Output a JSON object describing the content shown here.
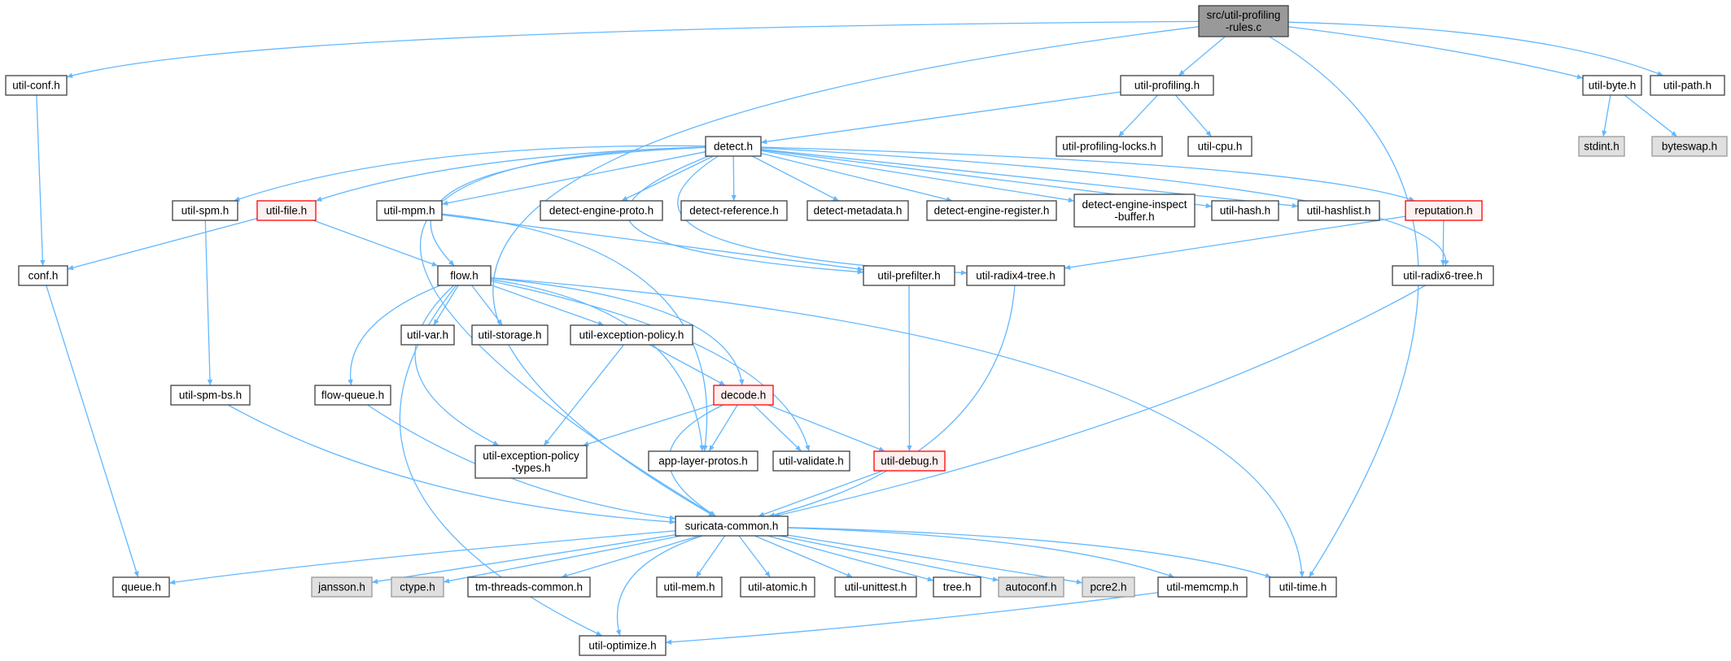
{
  "colors": {
    "edge": "#63b8ff",
    "node_fill": "#ffffff",
    "node_border": "#404040",
    "root_fill": "#999999",
    "system_fill": "#e0e0e0",
    "system_border": "#999999",
    "truncated_border": "#ff0000",
    "truncated_fill": "#fff0f0"
  },
  "nodes": [
    {
      "id": "root",
      "lines": [
        "src/util-profiling",
        "-rules.c"
      ],
      "style": "root"
    },
    {
      "id": "util-conf",
      "lines": [
        "util-conf.h"
      ],
      "style": "normal"
    },
    {
      "id": "util-profiling",
      "lines": [
        "util-profiling.h"
      ],
      "style": "normal"
    },
    {
      "id": "util-byte",
      "lines": [
        "util-byte.h"
      ],
      "style": "normal"
    },
    {
      "id": "util-path",
      "lines": [
        "util-path.h"
      ],
      "style": "normal"
    },
    {
      "id": "util-profiling-locks",
      "lines": [
        "util-profiling-locks.h"
      ],
      "style": "normal"
    },
    {
      "id": "util-cpu",
      "lines": [
        "util-cpu.h"
      ],
      "style": "normal"
    },
    {
      "id": "stdint",
      "lines": [
        "stdint.h"
      ],
      "style": "system"
    },
    {
      "id": "byteswap",
      "lines": [
        "byteswap.h"
      ],
      "style": "system"
    },
    {
      "id": "detect",
      "lines": [
        "detect.h"
      ],
      "style": "normal"
    },
    {
      "id": "util-spm",
      "lines": [
        "util-spm.h"
      ],
      "style": "normal"
    },
    {
      "id": "util-file",
      "lines": [
        "util-file.h"
      ],
      "style": "truncated"
    },
    {
      "id": "util-mpm",
      "lines": [
        "util-mpm.h"
      ],
      "style": "normal"
    },
    {
      "id": "detect-engine-proto",
      "lines": [
        "detect-engine-proto.h"
      ],
      "style": "normal"
    },
    {
      "id": "detect-reference",
      "lines": [
        "detect-reference.h"
      ],
      "style": "normal"
    },
    {
      "id": "detect-metadata",
      "lines": [
        "detect-metadata.h"
      ],
      "style": "normal"
    },
    {
      "id": "detect-engine-register",
      "lines": [
        "detect-engine-register.h"
      ],
      "style": "normal"
    },
    {
      "id": "detect-engine-inspect-buffer",
      "lines": [
        "detect-engine-inspect",
        "-buffer.h"
      ],
      "style": "normal"
    },
    {
      "id": "util-hash",
      "lines": [
        "util-hash.h"
      ],
      "style": "normal"
    },
    {
      "id": "util-hashlist",
      "lines": [
        "util-hashlist.h"
      ],
      "style": "normal"
    },
    {
      "id": "reputation",
      "lines": [
        "reputation.h"
      ],
      "style": "truncated"
    },
    {
      "id": "conf",
      "lines": [
        "conf.h"
      ],
      "style": "normal"
    },
    {
      "id": "flow",
      "lines": [
        "flow.h"
      ],
      "style": "normal"
    },
    {
      "id": "util-prefilter",
      "lines": [
        "util-prefilter.h"
      ],
      "style": "normal"
    },
    {
      "id": "util-radix4-tree",
      "lines": [
        "util-radix4-tree.h"
      ],
      "style": "normal"
    },
    {
      "id": "util-radix6-tree",
      "lines": [
        "util-radix6-tree.h"
      ],
      "style": "normal"
    },
    {
      "id": "util-var",
      "lines": [
        "util-var.h"
      ],
      "style": "normal"
    },
    {
      "id": "util-storage",
      "lines": [
        "util-storage.h"
      ],
      "style": "normal"
    },
    {
      "id": "util-exception-policy",
      "lines": [
        "util-exception-policy.h"
      ],
      "style": "normal"
    },
    {
      "id": "util-spm-bs",
      "lines": [
        "util-spm-bs.h"
      ],
      "style": "normal"
    },
    {
      "id": "flow-queue",
      "lines": [
        "flow-queue.h"
      ],
      "style": "normal"
    },
    {
      "id": "decode",
      "lines": [
        "decode.h"
      ],
      "style": "truncated"
    },
    {
      "id": "util-exception-policy-types",
      "lines": [
        "util-exception-policy",
        "-types.h"
      ],
      "style": "normal"
    },
    {
      "id": "app-layer-protos",
      "lines": [
        "app-layer-protos.h"
      ],
      "style": "normal"
    },
    {
      "id": "util-validate",
      "lines": [
        "util-validate.h"
      ],
      "style": "normal"
    },
    {
      "id": "util-debug",
      "lines": [
        "util-debug.h"
      ],
      "style": "truncated"
    },
    {
      "id": "suricata-common",
      "lines": [
        "suricata-common.h"
      ],
      "style": "normal"
    },
    {
      "id": "queue",
      "lines": [
        "queue.h"
      ],
      "style": "normal"
    },
    {
      "id": "jansson",
      "lines": [
        "jansson.h"
      ],
      "style": "system"
    },
    {
      "id": "ctype",
      "lines": [
        "ctype.h"
      ],
      "style": "system"
    },
    {
      "id": "tm-threads-common",
      "lines": [
        "tm-threads-common.h"
      ],
      "style": "normal"
    },
    {
      "id": "util-mem",
      "lines": [
        "util-mem.h"
      ],
      "style": "normal"
    },
    {
      "id": "util-atomic",
      "lines": [
        "util-atomic.h"
      ],
      "style": "normal"
    },
    {
      "id": "util-unittest",
      "lines": [
        "util-unittest.h"
      ],
      "style": "normal"
    },
    {
      "id": "tree",
      "lines": [
        "tree.h"
      ],
      "style": "normal"
    },
    {
      "id": "autoconf",
      "lines": [
        "autoconf.h"
      ],
      "style": "system"
    },
    {
      "id": "pcre2",
      "lines": [
        "pcre2.h"
      ],
      "style": "system"
    },
    {
      "id": "util-memcmp",
      "lines": [
        "util-memcmp.h"
      ],
      "style": "normal"
    },
    {
      "id": "util-time",
      "lines": [
        "util-time.h"
      ],
      "style": "normal"
    },
    {
      "id": "util-optimize",
      "lines": [
        "util-optimize.h"
      ],
      "style": "normal"
    }
  ],
  "edges": [
    [
      "root",
      "util-conf"
    ],
    [
      "root",
      "util-profiling"
    ],
    [
      "root",
      "util-byte"
    ],
    [
      "root",
      "util-path"
    ],
    [
      "root",
      "suricata-common"
    ],
    [
      "root",
      "util-time"
    ],
    [
      "util-conf",
      "conf"
    ],
    [
      "conf",
      "queue"
    ],
    [
      "util-profiling",
      "detect"
    ],
    [
      "util-profiling",
      "util-profiling-locks"
    ],
    [
      "util-profiling",
      "util-cpu"
    ],
    [
      "util-byte",
      "stdint"
    ],
    [
      "util-byte",
      "byteswap"
    ],
    [
      "detect",
      "util-spm"
    ],
    [
      "detect",
      "util-file"
    ],
    [
      "detect",
      "util-mpm"
    ],
    [
      "detect",
      "detect-engine-proto"
    ],
    [
      "detect",
      "detect-reference"
    ],
    [
      "detect",
      "detect-metadata"
    ],
    [
      "detect",
      "detect-engine-register"
    ],
    [
      "detect",
      "detect-engine-inspect-buffer"
    ],
    [
      "detect",
      "util-hash"
    ],
    [
      "detect",
      "util-hashlist"
    ],
    [
      "detect",
      "reputation"
    ],
    [
      "detect",
      "util-radix6-tree"
    ],
    [
      "detect",
      "util-radix4-tree"
    ],
    [
      "detect",
      "util-prefilter"
    ],
    [
      "detect",
      "flow"
    ],
    [
      "detect",
      "suricata-common"
    ],
    [
      "util-spm",
      "util-spm-bs"
    ],
    [
      "util-spm-bs",
      "suricata-common"
    ],
    [
      "util-file",
      "conf"
    ],
    [
      "util-file",
      "flow"
    ],
    [
      "util-mpm",
      "util-prefilter"
    ],
    [
      "util-mpm",
      "app-layer-protos"
    ],
    [
      "reputation",
      "util-radix4-tree"
    ],
    [
      "reputation",
      "util-radix6-tree"
    ],
    [
      "flow",
      "util-var"
    ],
    [
      "flow",
      "util-storage"
    ],
    [
      "flow",
      "util-exception-policy"
    ],
    [
      "flow",
      "flow-queue"
    ],
    [
      "flow",
      "decode"
    ],
    [
      "flow",
      "util-exception-policy-types"
    ],
    [
      "flow",
      "app-layer-protos"
    ],
    [
      "flow",
      "util-validate"
    ],
    [
      "flow",
      "util-time"
    ],
    [
      "flow",
      "util-optimize"
    ],
    [
      "util-exception-policy",
      "decode"
    ],
    [
      "util-exception-policy",
      "util-exception-policy-types"
    ],
    [
      "util-prefilter",
      "util-debug"
    ],
    [
      "util-radix4-tree",
      "suricata-common"
    ],
    [
      "util-radix6-tree",
      "suricata-common"
    ],
    [
      "flow-queue",
      "suricata-common"
    ],
    [
      "decode",
      "util-exception-policy-types"
    ],
    [
      "decode",
      "app-layer-protos"
    ],
    [
      "decode",
      "util-validate"
    ],
    [
      "decode",
      "util-debug"
    ],
    [
      "decode",
      "suricata-common"
    ],
    [
      "util-debug",
      "suricata-common"
    ],
    [
      "suricata-common",
      "queue"
    ],
    [
      "suricata-common",
      "jansson"
    ],
    [
      "suricata-common",
      "ctype"
    ],
    [
      "suricata-common",
      "tm-threads-common"
    ],
    [
      "suricata-common",
      "util-mem"
    ],
    [
      "suricata-common",
      "util-atomic"
    ],
    [
      "suricata-common",
      "util-unittest"
    ],
    [
      "suricata-common",
      "tree"
    ],
    [
      "suricata-common",
      "autoconf"
    ],
    [
      "suricata-common",
      "pcre2"
    ],
    [
      "suricata-common",
      "util-memcmp"
    ],
    [
      "suricata-common",
      "util-time"
    ],
    [
      "suricata-common",
      "util-optimize"
    ],
    [
      "util-memcmp",
      "util-optimize"
    ]
  ]
}
